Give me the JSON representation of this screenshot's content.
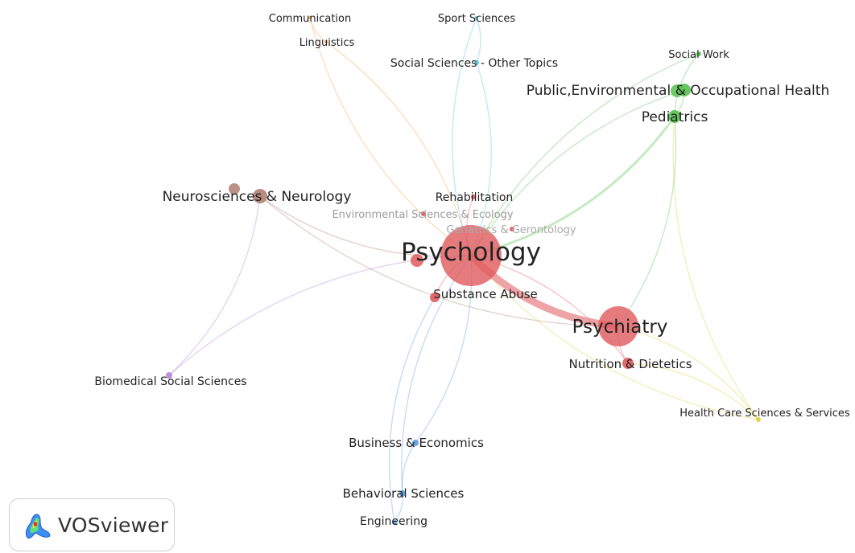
{
  "colors": {
    "red": "#e05a5e",
    "brown": "#b07f72",
    "green": "#55c24f",
    "blue": "#5b9be0",
    "purple": "#b784d6",
    "yellow": "#d8d23a",
    "orange": "#f0a24a",
    "cyan": "#4fc3d9"
  },
  "nodes": [
    {
      "id": "psychology",
      "label": "Psychology",
      "cluster": "red"
    },
    {
      "id": "psychiatry",
      "label": "Psychiatry",
      "cluster": "red"
    },
    {
      "id": "substance-abuse",
      "label": "Substance Abuse",
      "cluster": "red"
    },
    {
      "id": "nutrition-dietetics",
      "label": "Nutrition & Dietetics",
      "cluster": "red"
    },
    {
      "id": "rehabilitation",
      "label": "Rehabilitation",
      "cluster": "red"
    },
    {
      "id": "environmental-sciences-ecology",
      "label": "Environmental Sciences & Ecology",
      "cluster": "red"
    },
    {
      "id": "geriatrics-gerontology",
      "label": "Geriatrics & Gerontology",
      "cluster": "red"
    },
    {
      "id": "neurosciences-neurology",
      "label": "Neurosciences & Neurology",
      "cluster": "brown"
    },
    {
      "id": "public-environmental-occupational-health",
      "label": "Public,Environmental & Occupational Health",
      "cluster": "green"
    },
    {
      "id": "pediatrics",
      "label": "Pediatrics",
      "cluster": "green"
    },
    {
      "id": "social-work",
      "label": "Social Work",
      "cluster": "green"
    },
    {
      "id": "communication",
      "label": "Communication",
      "cluster": "orange"
    },
    {
      "id": "linguistics",
      "label": "Linguistics",
      "cluster": "orange"
    },
    {
      "id": "sport-sciences",
      "label": "Sport Sciences",
      "cluster": "cyan"
    },
    {
      "id": "social-sciences-other-topics",
      "label": "Social Sciences - Other Topics",
      "cluster": "cyan"
    },
    {
      "id": "biomedical-social-sciences",
      "label": "Biomedical Social Sciences",
      "cluster": "purple"
    },
    {
      "id": "business-economics",
      "label": "Business & Economics",
      "cluster": "blue"
    },
    {
      "id": "behavioral-sciences",
      "label": "Behavioral Sciences",
      "cluster": "blue"
    },
    {
      "id": "engineering",
      "label": "Engineering",
      "cluster": "blue"
    },
    {
      "id": "health-care-sciences-services",
      "label": "Health Care Sciences & Services",
      "cluster": "yellow"
    }
  ],
  "links": [
    [
      "psychology",
      "psychiatry"
    ],
    [
      "psychology",
      "neurosciences-neurology"
    ],
    [
      "psychology",
      "pediatrics"
    ],
    [
      "psychology",
      "public-environmental-occupational-health"
    ],
    [
      "psychology",
      "substance-abuse"
    ],
    [
      "psychology",
      "nutrition-dietetics"
    ],
    [
      "psychology",
      "biomedical-social-sciences"
    ],
    [
      "psychology",
      "business-economics"
    ],
    [
      "psychology",
      "behavioral-sciences"
    ],
    [
      "psychology",
      "communication"
    ],
    [
      "psychology",
      "linguistics"
    ],
    [
      "psychology",
      "sport-sciences"
    ],
    [
      "psychology",
      "social-sciences-other-topics"
    ],
    [
      "psychology",
      "social-work"
    ],
    [
      "psychology",
      "health-care-sciences-services"
    ],
    [
      "psychology",
      "rehabilitation"
    ],
    [
      "psychiatry",
      "pediatrics"
    ],
    [
      "psychiatry",
      "neurosciences-neurology"
    ],
    [
      "psychiatry",
      "nutrition-dietetics"
    ],
    [
      "psychiatry",
      "health-care-sciences-services"
    ],
    [
      "pediatrics",
      "public-environmental-occupational-health"
    ],
    [
      "pediatrics",
      "social-work"
    ],
    [
      "pediatrics",
      "health-care-sciences-services"
    ],
    [
      "neurosciences-neurology",
      "biomedical-social-sciences"
    ],
    [
      "business-economics",
      "behavioral-sciences"
    ],
    [
      "behavioral-sciences",
      "engineering"
    ],
    [
      "substance-abuse",
      "engineering"
    ],
    [
      "nutrition-dietetics",
      "health-care-sciences-services"
    ],
    [
      "communication",
      "linguistics"
    ],
    [
      "sport-sciences",
      "social-sciences-other-topics"
    ]
  ],
  "logo": {
    "text": "VOSviewer",
    "icon": "vosviewer-heatmap-icon"
  }
}
